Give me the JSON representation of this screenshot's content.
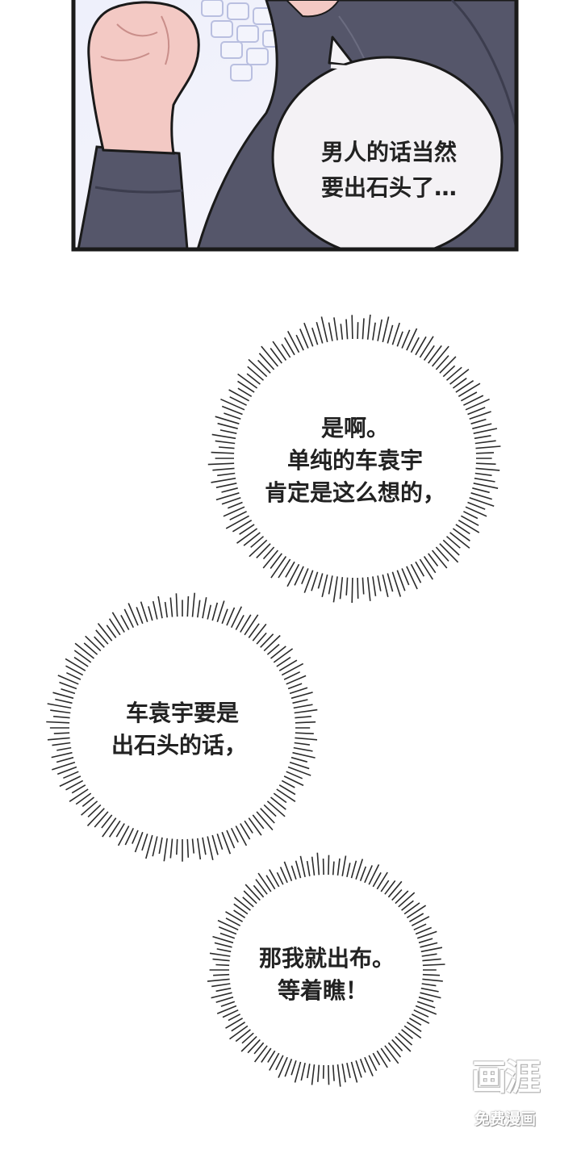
{
  "panel1": {
    "bubble": {
      "line1": "男人的话当然",
      "line2": "要出石头了…"
    }
  },
  "thought1": {
    "line1": "是啊。",
    "line2": "单纯的车袁宇",
    "line3": "肯定是这么想的，"
  },
  "thought2": {
    "line1": "车袁宇要是",
    "line2": "出石头的话，"
  },
  "thought3": {
    "line1": "那我就出布。",
    "line2": "等着瞧！"
  },
  "watermark": {
    "logo_text": "画涯",
    "tagline": "免费漫画"
  },
  "colors": {
    "panel_border": "#1a1a1a",
    "jacket": "#55566a",
    "skin": "#f3c9c4",
    "bubble_fill": "#f4f2f5",
    "burst_line": "#2a2a2a"
  }
}
